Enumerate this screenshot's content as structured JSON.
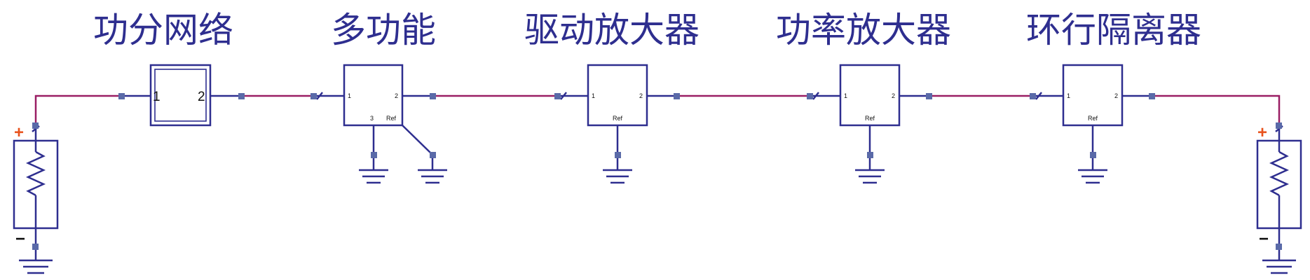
{
  "titles": [
    "功分网络",
    "多功能",
    "驱动放大器",
    "功率放大器",
    "环行隔离器"
  ],
  "pins": {
    "splitter_in": "1",
    "splitter_out": "2",
    "mf_in": "1",
    "mf_out": "2",
    "mf_3": "3",
    "mf_ref": "Ref",
    "drv_in": "1",
    "drv_out": "2",
    "drv_ref": "Ref",
    "pa_in": "1",
    "pa_out": "2",
    "pa_ref": "Ref",
    "iso_in": "1",
    "iso_out": "2",
    "iso_ref": "Ref"
  },
  "source": {
    "plus": "+",
    "minus": "−"
  },
  "load": {
    "plus": "+",
    "minus": "−"
  },
  "colors": {
    "wire": "#2e2e8f",
    "signal": "#9a1e64",
    "pin": "#5a6aa8",
    "plus": "#e8531e"
  }
}
